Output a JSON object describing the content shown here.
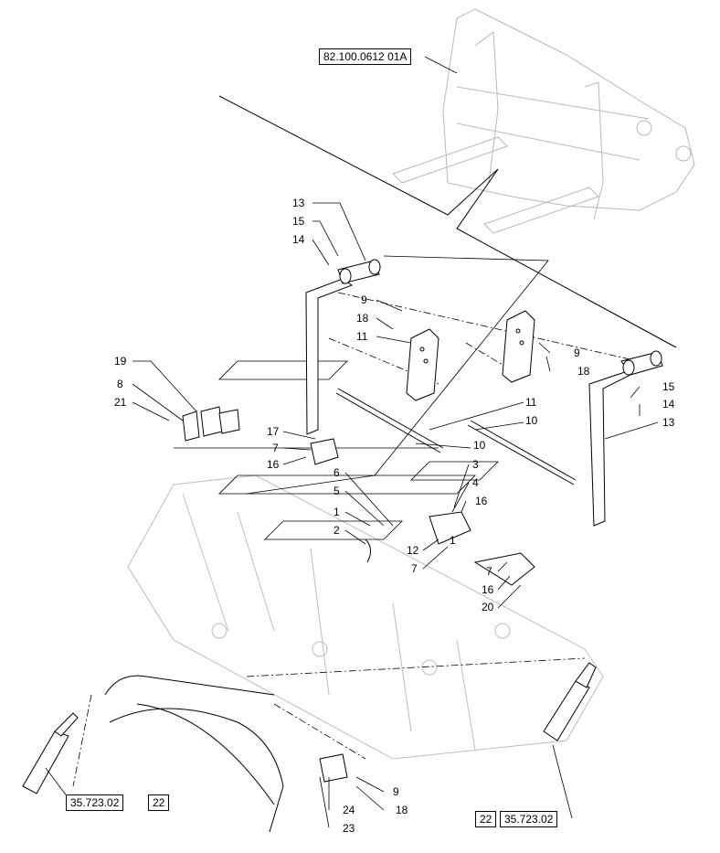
{
  "figure": {
    "reference_top": "82.100.0612 01A",
    "reference_left": [
      "35.723.02",
      "22"
    ],
    "reference_right": [
      "22",
      "35.723.02"
    ],
    "callouts": [
      "13",
      "15",
      "14",
      "9",
      "18",
      "11",
      "19",
      "8",
      "21",
      "17",
      "7",
      "16",
      "10",
      "11",
      "10",
      "6",
      "5",
      "1",
      "2",
      "3",
      "4",
      "16",
      "1",
      "12",
      "7",
      "7",
      "16",
      "20",
      "15",
      "14",
      "13",
      "9",
      "18",
      "9",
      "24",
      "18",
      "23"
    ]
  }
}
